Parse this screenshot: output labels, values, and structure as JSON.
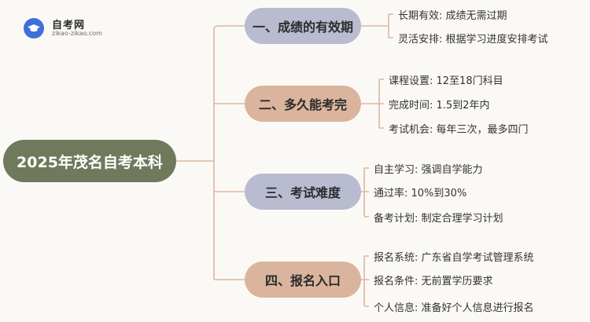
{
  "logo": {
    "title": "自考网",
    "subtitle": "zikao-zikao.com",
    "icon": "graduation-cap-icon"
  },
  "root": {
    "label": "2025年茂名自考本科"
  },
  "branches": [
    {
      "label": "一、成绩的有效期",
      "color": "#b9bbd0",
      "leaves": [
        "长期有效: 成绩无需过期",
        "灵活安排: 根据学习进度安排考试"
      ]
    },
    {
      "label": "二、多久能考完",
      "color": "#dab49d",
      "leaves": [
        "课程设置: 12至18门科目",
        "完成时间: 1.5到2年内",
        "考试机会: 每年三次，最多四门"
      ]
    },
    {
      "label": "三、考试难度",
      "color": "#b9bbd0",
      "leaves": [
        "自主学习: 强调自学能力",
        "通过率: 10%到30%",
        "备考计划: 制定合理学习计划"
      ]
    },
    {
      "label": "四、报名入口",
      "color": "#dab49d",
      "leaves": [
        "报名系统: 广东省自学考试管理系统",
        "报名条件: 无前置学历要求",
        "个人信息: 准备好个人信息进行报名"
      ]
    }
  ],
  "colors": {
    "root": "#6f7a5c",
    "wire": "#e0b5a0",
    "background": "#fbf9f6"
  }
}
